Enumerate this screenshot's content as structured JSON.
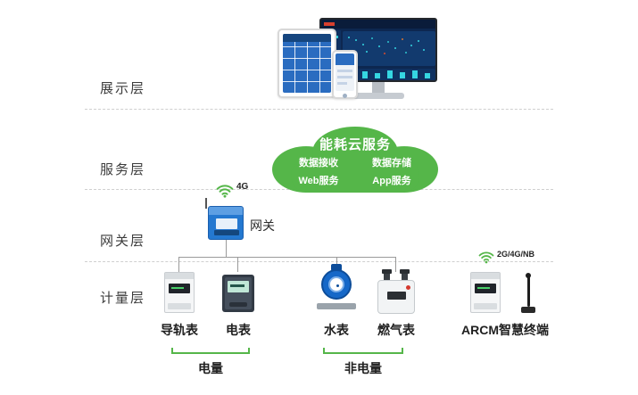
{
  "layers": [
    {
      "id": "display",
      "label": "展示层"
    },
    {
      "id": "service",
      "label": "服务层"
    },
    {
      "id": "gateway",
      "label": "网关层"
    },
    {
      "id": "metering",
      "label": "计量层"
    }
  ],
  "cloud": {
    "title": "能耗云服务",
    "items": [
      {
        "label": "数据接收"
      },
      {
        "label": "数据存储"
      },
      {
        "label": "Web服务"
      },
      {
        "label": "App服务"
      }
    ]
  },
  "gateway": {
    "label": "网关",
    "signal": "4G"
  },
  "devices": [
    {
      "label": "导轨表"
    },
    {
      "label": "电表"
    },
    {
      "label": "水表"
    },
    {
      "label": "燃气表"
    },
    {
      "label": "ARCM智慧终端",
      "signal": "2G/4G/NB"
    }
  ],
  "groups": [
    {
      "label": "电量"
    },
    {
      "label": "非电量"
    }
  ],
  "colors": {
    "accent_green": "#55b649",
    "device_blue": "#2478d0",
    "line_gray": "#9a9a9a"
  }
}
